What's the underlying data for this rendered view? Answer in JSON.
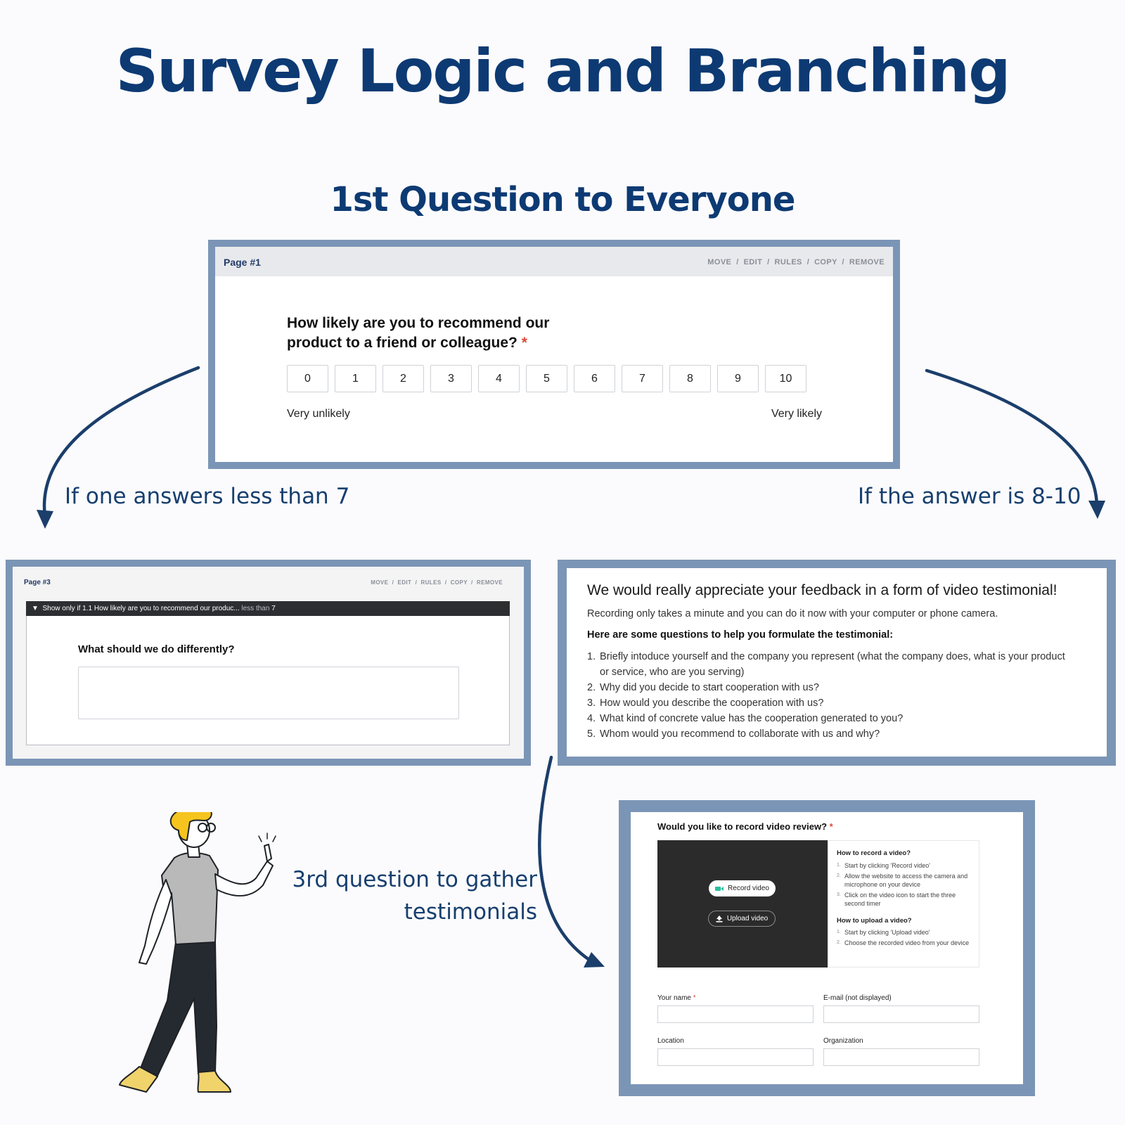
{
  "title": "Survey Logic and Branching",
  "subtitle": "1st Question to Everyone",
  "captions": {
    "left": "If one answers less than 7",
    "right": "If the answer is 8-10",
    "third_line1": "3rd question to gather",
    "third_line2": "testimonials"
  },
  "colors": {
    "heading": "#0d3a73",
    "frame": "#7b95b6",
    "arrow": "#1b3e6b",
    "required": "#e1483b"
  },
  "panel1": {
    "page_label": "Page #1",
    "actions": "MOVE  /  EDIT  /  RULES  /  COPY  /  REMOVE",
    "question": "How likely are you to recommend our product to a friend or colleague?",
    "required_mark": "*",
    "scale": [
      "0",
      "1",
      "2",
      "3",
      "4",
      "5",
      "6",
      "7",
      "8",
      "9",
      "10"
    ],
    "low_label": "Very unlikely",
    "high_label": "Very likely"
  },
  "panel3": {
    "page_label": "Page #3",
    "actions": "MOVE  /  EDIT  /  RULES  /  COPY  /  REMOVE",
    "rule_prefix": "Show only if 1.1 How likely are you to recommend our produc...",
    "rule_op": "less than",
    "rule_value": "7",
    "question": "What should we do differently?"
  },
  "testimonial": {
    "title": "We would really appreciate your feedback in a form of video testimonial!",
    "subtitle": "Recording only takes a minute and you can do it now with your computer or phone camera.",
    "heading": "Here are some questions to help you formulate the testimonial:",
    "items": [
      "Briefly intoduce yourself and the company you represent (what the company does, what is your product or service, who are you serving)",
      "Why did you decide to start cooperation with us?",
      "How would you describe the cooperation with us?",
      "What kind of concrete value has the cooperation generated to you?",
      "Whom would you recommend to collaborate with us and why?"
    ]
  },
  "video": {
    "question": "Would you like to record video review?",
    "required_mark": "*",
    "record_label": "Record video",
    "upload_label": "Upload video",
    "help_record_title": "How to record a video?",
    "help_record": [
      "Start by clicking 'Record video'",
      "Allow the website to access the camera and microphone on your device",
      "Click on the video icon to start the three second timer"
    ],
    "help_upload_title": "How to upload a video?",
    "help_upload": [
      "Start by clicking 'Upload video'",
      "Choose the recorded video from your device"
    ],
    "fields": {
      "name": "Your name",
      "email": "E-mail (not displayed)",
      "location": "Location",
      "organization": "Organization"
    }
  }
}
